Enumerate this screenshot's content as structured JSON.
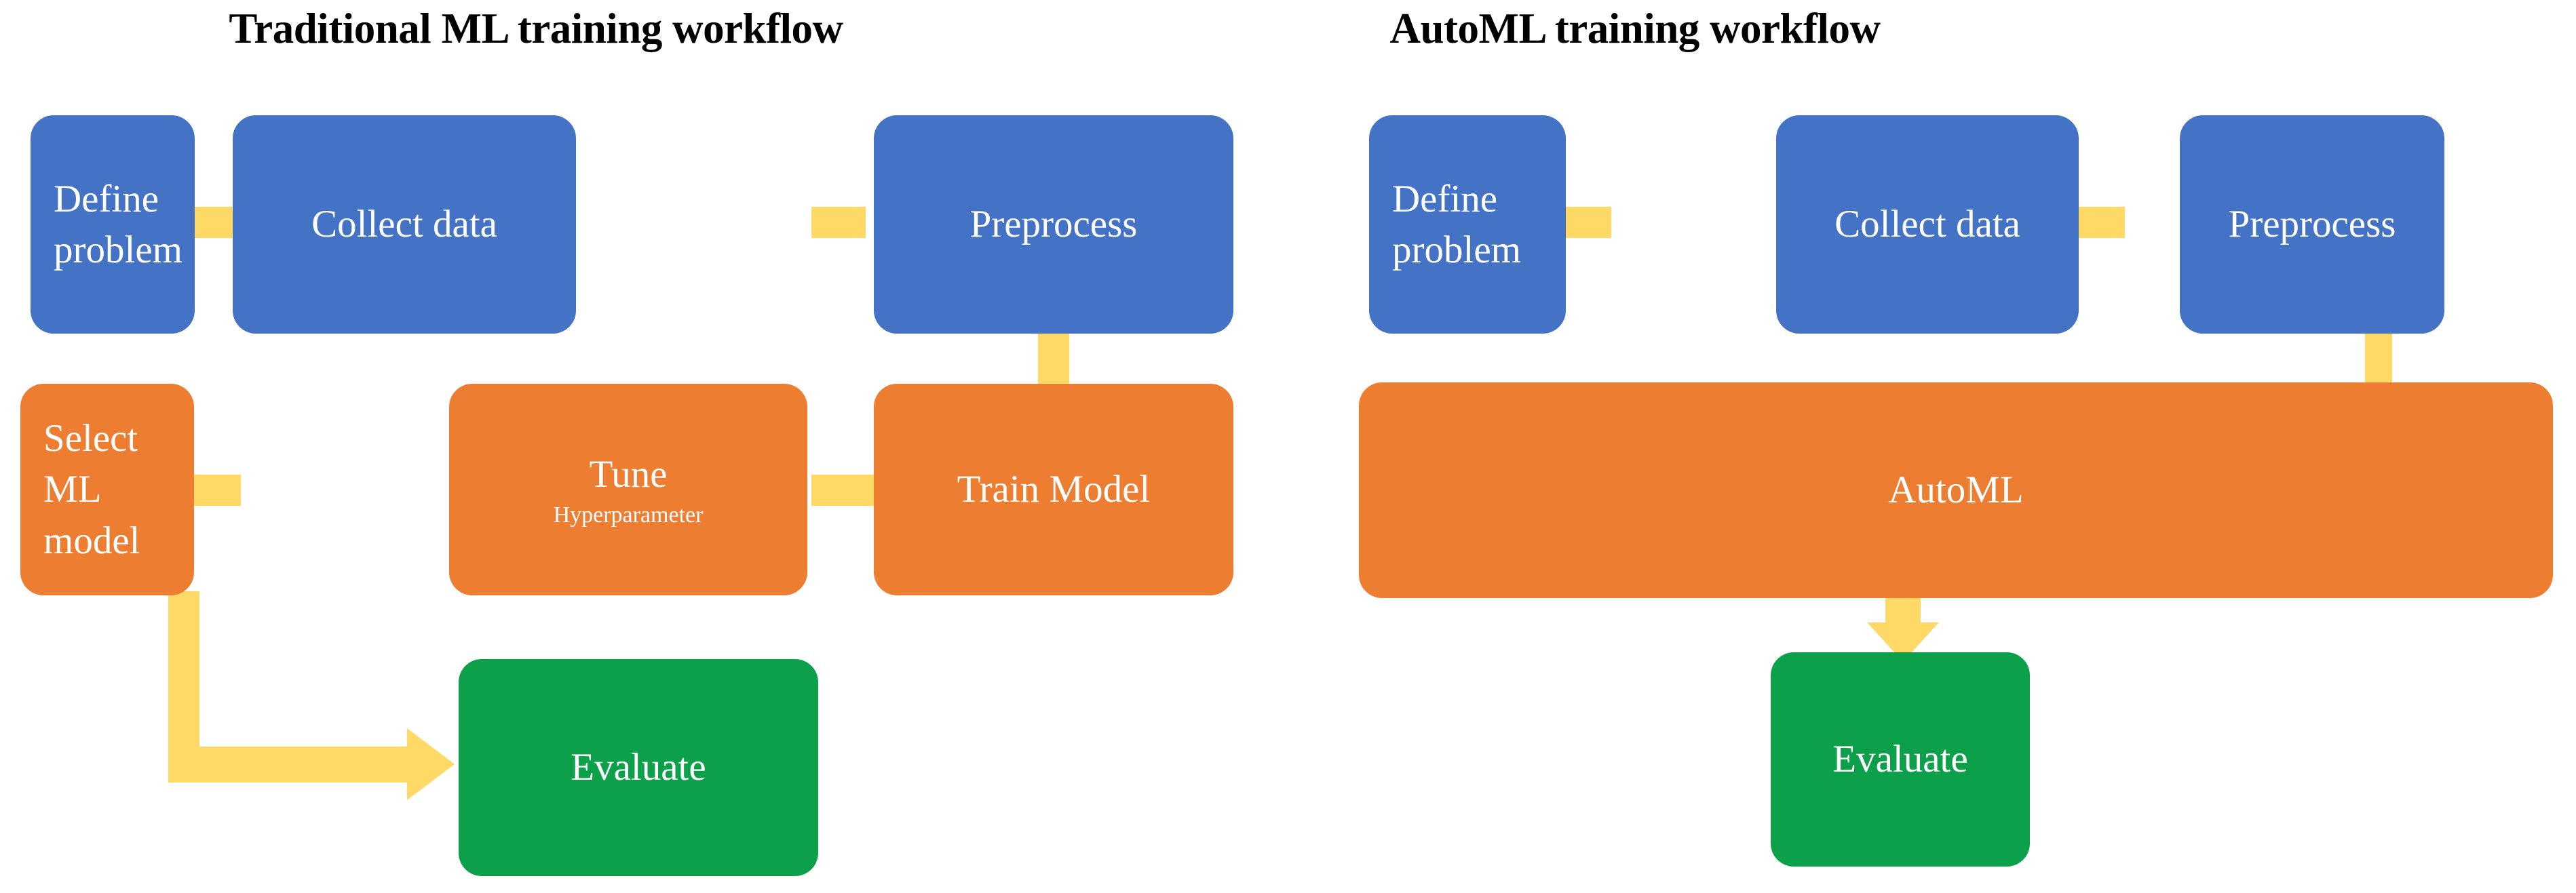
{
  "diagram": {
    "type": "flowchart",
    "background_color": "#FFFFFF",
    "palette": {
      "blue": "#4472C4",
      "orange": "#ED7D31",
      "green": "#0CA04A",
      "connector_yellow": "#FFD966",
      "title_text": "#000000",
      "node_text": "#FFFFFF"
    },
    "panels": [
      {
        "id": "traditional",
        "title": "Traditional ML training workflow",
        "nodes": [
          {
            "id": "define-problem",
            "label": "Define problem",
            "sublabel": "",
            "color": "blue",
            "row": 1
          },
          {
            "id": "collect-data",
            "label": "Collect data",
            "sublabel": "",
            "color": "blue",
            "row": 1
          },
          {
            "id": "preprocess",
            "label": "Preprocess",
            "sublabel": "",
            "color": "blue",
            "row": 1
          },
          {
            "id": "select-ml-model",
            "label": "Select ML model",
            "sublabel": "",
            "color": "orange",
            "row": 2
          },
          {
            "id": "tune",
            "label": "Tune",
            "sublabel": "Hyperparameter",
            "color": "orange",
            "row": 2
          },
          {
            "id": "train-model",
            "label": "Train Model",
            "sublabel": "",
            "color": "orange",
            "row": 2
          },
          {
            "id": "evaluate",
            "label": "Evaluate",
            "sublabel": "",
            "color": "green",
            "row": 3
          }
        ],
        "edges": [
          {
            "from": "define-problem",
            "to": "collect-data",
            "style": "line"
          },
          {
            "from": "collect-data",
            "to": "preprocess",
            "style": "line"
          },
          {
            "from": "preprocess",
            "to": "train-model",
            "style": "line"
          },
          {
            "from": "train-model",
            "to": "tune",
            "style": "line"
          },
          {
            "from": "tune",
            "to": "select-ml-model",
            "style": "line"
          },
          {
            "from": "select-ml-model",
            "to": "evaluate",
            "style": "elbow-arrow"
          }
        ]
      },
      {
        "id": "automl",
        "title": "AutoML training workflow",
        "nodes": [
          {
            "id": "define-problem-2",
            "label": "Define problem",
            "sublabel": "",
            "color": "blue",
            "row": 1
          },
          {
            "id": "collect-data-2",
            "label": "Collect data",
            "sublabel": "",
            "color": "blue",
            "row": 1
          },
          {
            "id": "preprocess-2",
            "label": "Preprocess",
            "sublabel": "",
            "color": "blue",
            "row": 1
          },
          {
            "id": "automl",
            "label": "AutoML",
            "sublabel": "",
            "color": "orange",
            "row": 2
          },
          {
            "id": "evaluate-2",
            "label": "Evaluate",
            "sublabel": "",
            "color": "green",
            "row": 3
          }
        ],
        "edges": [
          {
            "from": "define-problem-2",
            "to": "collect-data-2",
            "style": "line"
          },
          {
            "from": "collect-data-2",
            "to": "preprocess-2",
            "style": "line"
          },
          {
            "from": "preprocess-2",
            "to": "automl",
            "style": "line"
          },
          {
            "from": "automl",
            "to": "evaluate-2",
            "style": "down-arrow"
          }
        ]
      }
    ]
  }
}
